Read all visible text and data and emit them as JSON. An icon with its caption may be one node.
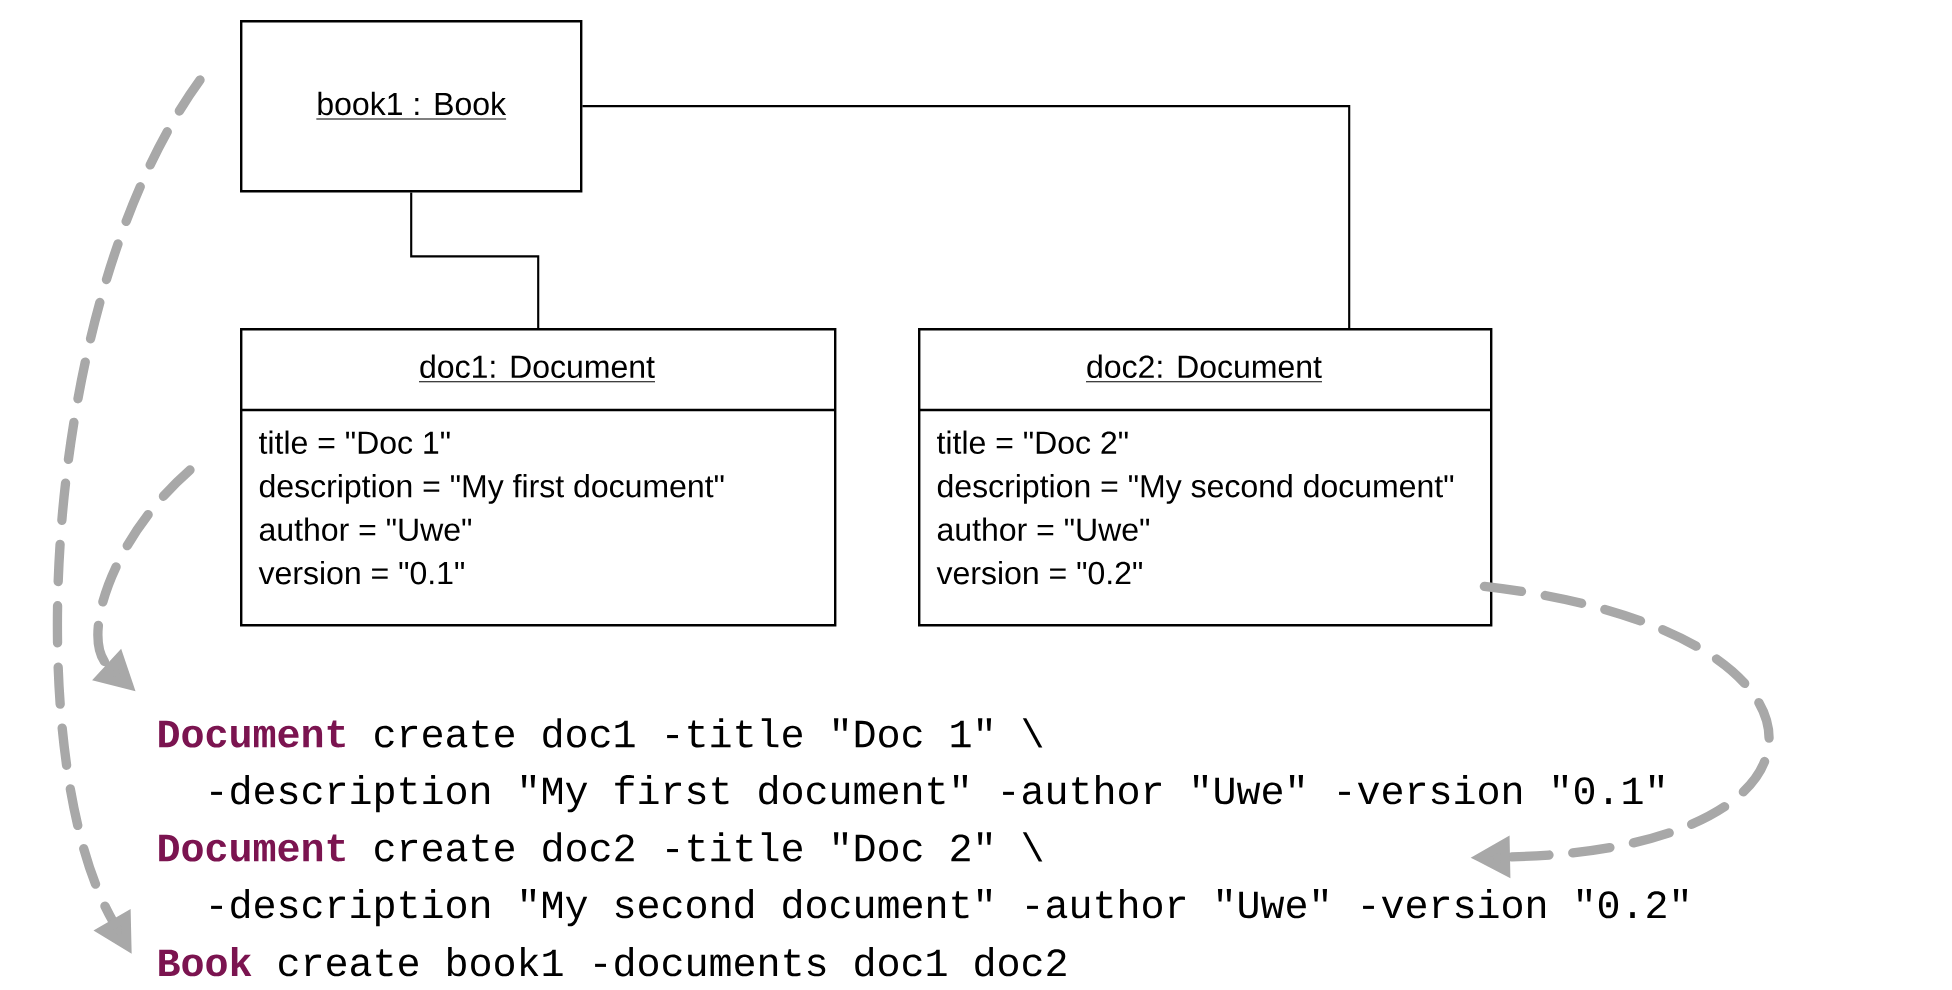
{
  "diagram": {
    "nodes": [
      {
        "text": [
          "book1 : Book"
        ]
      },
      {
        "text": [
          "doc1: Document",
          "title = \"Doc 1\"",
          "description = \"My first document\"",
          "author = \"Uwe\"",
          "version = \"0.1\""
        ]
      },
      {
        "text": [
          "doc2: Document",
          "title = \"Doc 2\"",
          "description = \"My second document\"",
          "author = \"Uwe\"",
          "version = \"0.2\""
        ]
      },
      {
        "text": [
          "Document",
          "create doc1 -title \"Doc 1\" \\",
          "-description \"My first document\" -author \"Uwe\" -version \"0.1\""
        ]
      },
      {
        "text": [
          "Document",
          "create doc2 -title \"Doc 2\" \\",
          "-description \"My second document\" -author \"Uwe\" -version \"0.2\""
        ]
      },
      {
        "text": [
          "Book",
          "create book1 -documents doc1 doc2"
        ]
      }
    ],
    "edges": [
      {
        "from": 0,
        "to": 1,
        "arrow": "none",
        "color": "#000000"
      },
      {
        "from": 0,
        "to": 2,
        "arrow": "none",
        "color": "#000000"
      },
      {
        "from": 1,
        "to": 3,
        "arrow": "to",
        "style": "dashed",
        "color": "#a8a8a8"
      },
      {
        "from": 2,
        "to": 4,
        "arrow": "to",
        "style": "dashed",
        "color": "#a8a8a8"
      },
      {
        "from": 0,
        "to": 5,
        "arrow": "to",
        "style": "dashed",
        "color": "#a8a8a8"
      }
    ]
  }
}
